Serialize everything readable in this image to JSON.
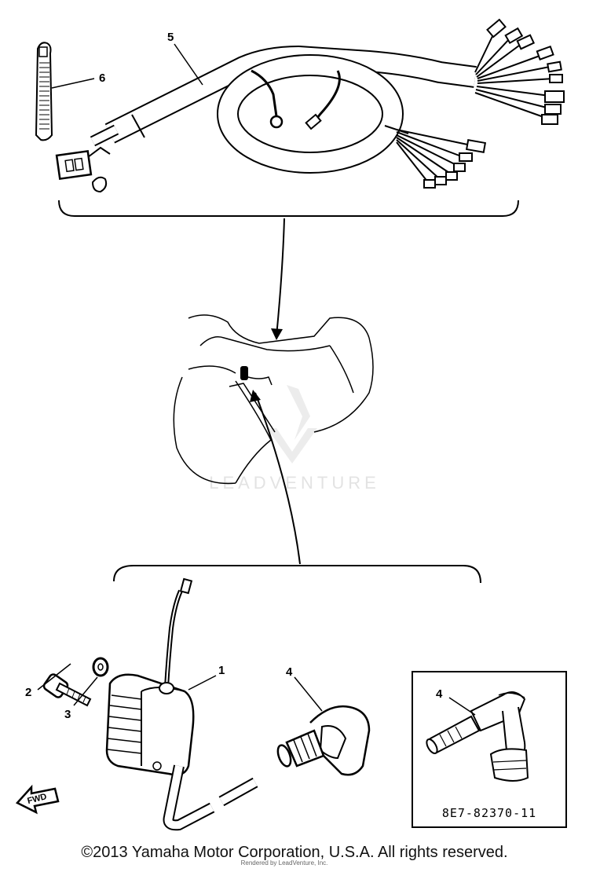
{
  "diagram": {
    "callouts": [
      "1",
      "2",
      "3",
      "4",
      "5",
      "6"
    ],
    "inset": {
      "callout": "4",
      "part_code": "8E7-82370-11"
    },
    "fwd_arrow": "FWD",
    "watermark": "LEADVENTURE",
    "rendered_by": "Rendered by LeadVenture, Inc."
  },
  "footer": {
    "copyright": "©2013 Yamaha Motor Corporation, U.S.A. All rights reserved."
  }
}
